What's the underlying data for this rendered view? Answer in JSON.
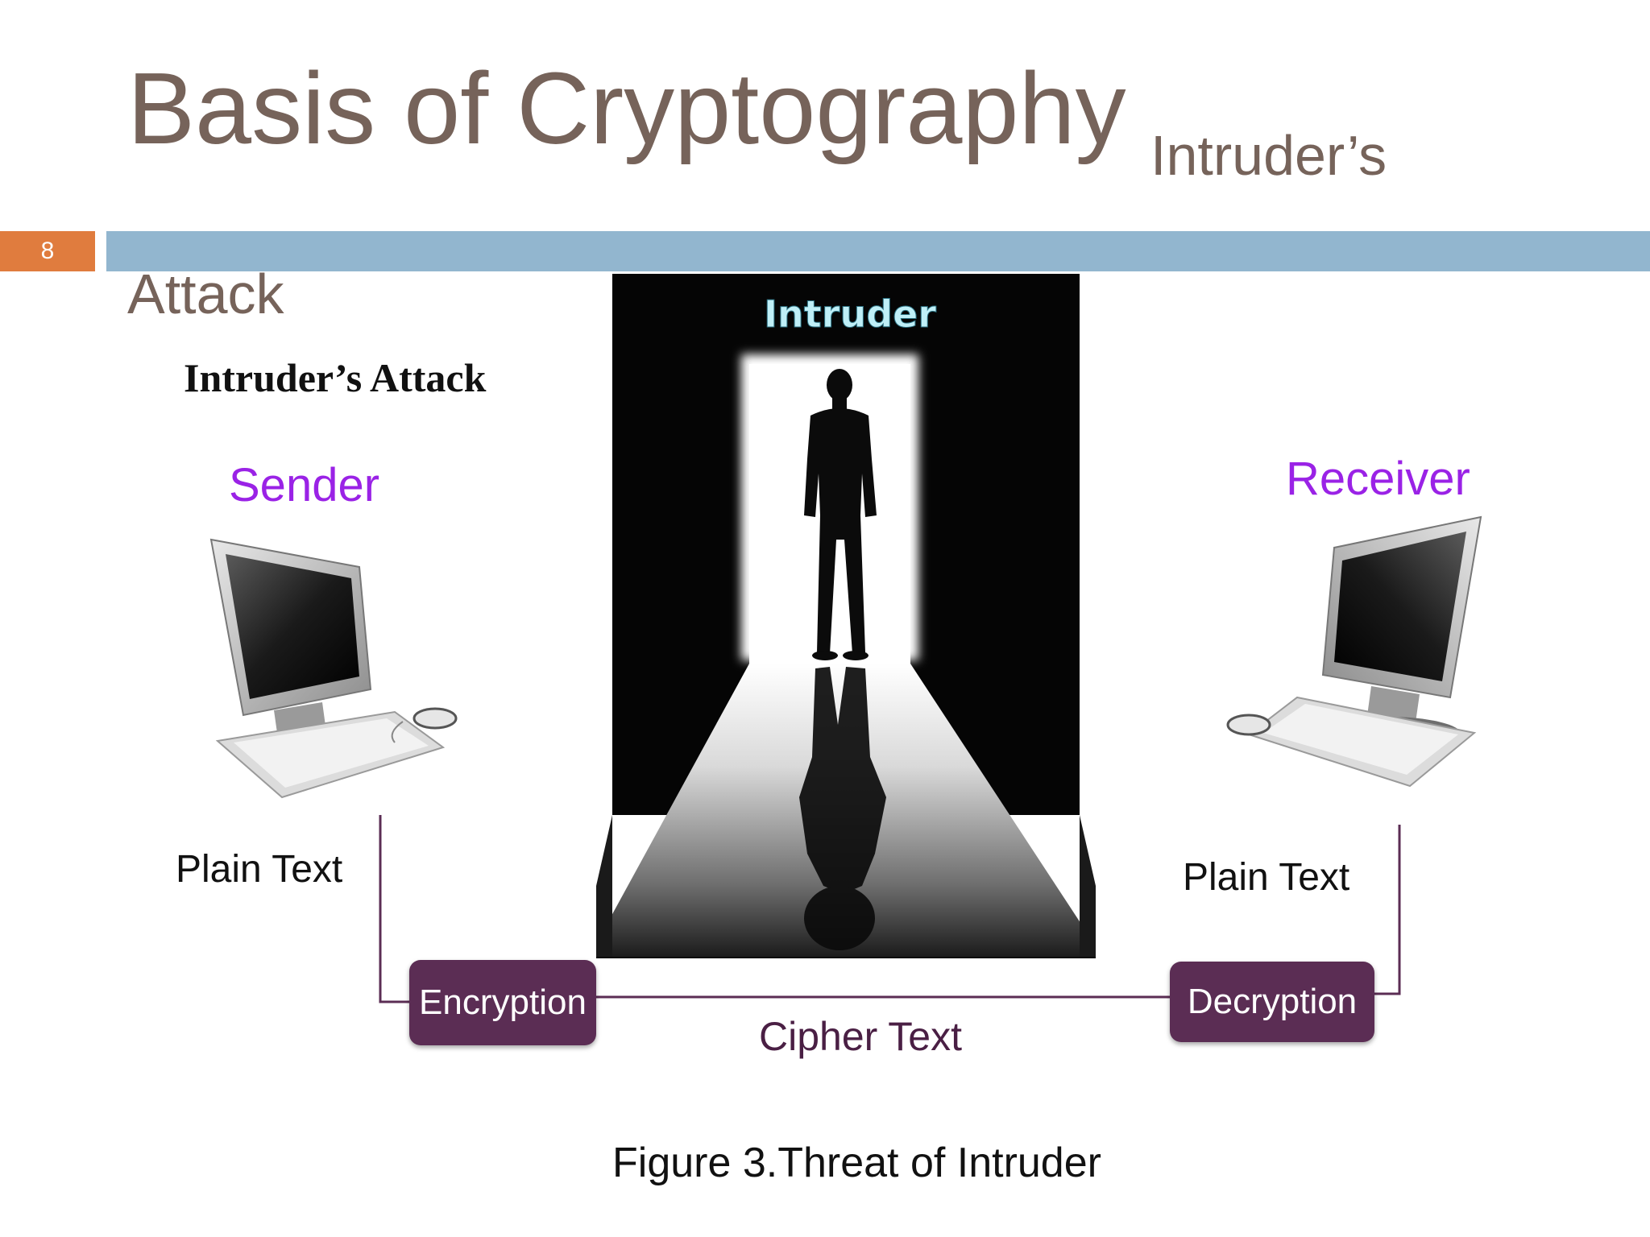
{
  "slide": {
    "title": "Basis of Cryptography",
    "subtitle_part1": "Intruder’s",
    "subtitle_part2": "Attack",
    "page_number": "8",
    "heading": "Intruder’s Attack"
  },
  "figure": {
    "intruder_label": "Intruder",
    "sender_label": "Sender",
    "receiver_label": "Receiver",
    "sender_plain_text": "Plain Text",
    "receiver_plain_text": "Plain Text",
    "encryption_label": "Encryption",
    "decryption_label": "Decryption",
    "cipher_text_label": "Cipher Text",
    "caption": "Figure 3.Threat of Intruder"
  },
  "colors": {
    "title": "#76635a",
    "accent_bar": "#92b6cf",
    "page_number_box": "#e07c3e",
    "role_label": "#9a22e6",
    "process_box": "#5b2d54",
    "connector": "#5b2d54"
  }
}
